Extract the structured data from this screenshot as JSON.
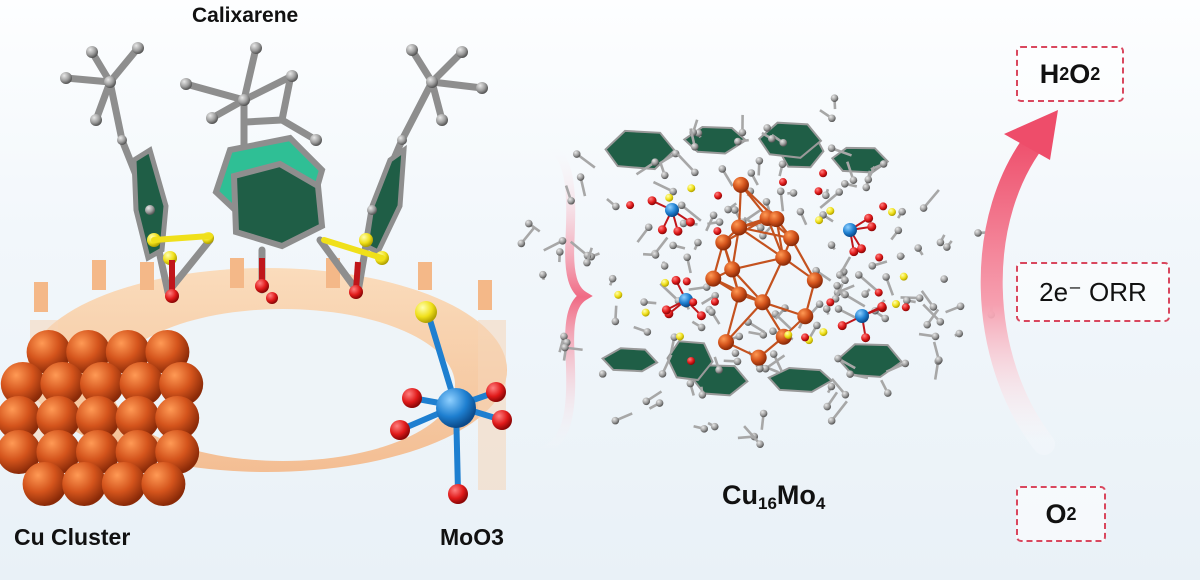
{
  "labels": {
    "calixarene": "Calixarene",
    "cu_cluster": "Cu Cluster",
    "moo3": "MoO3",
    "product": {
      "base1": "Cu",
      "sub1": "16",
      "base2": "Mo",
      "sub2": "4"
    }
  },
  "reaction": {
    "product": {
      "base": "H",
      "sub1": "2",
      "mid": "O",
      "sub2": "2"
    },
    "process": "2e⁻ ORR",
    "reactant": {
      "base": "O",
      "sub": "2"
    }
  },
  "colors": {
    "copper": "#d4541c",
    "molybdenum": "#1e7fd0",
    "oxygen": "#e01a1a",
    "sulfur": "#f0e01a",
    "carbon": "#9d9d9d",
    "ring_dark": "#1f5e46",
    "ring_light": "#2fbf95",
    "ring_band": "#f6c79a",
    "arrow": "#ee4d6a",
    "dashed_box": "#d9475e"
  },
  "icons": {
    "brace": "right-curly-brace",
    "arrow": "curved-up-arrow"
  }
}
